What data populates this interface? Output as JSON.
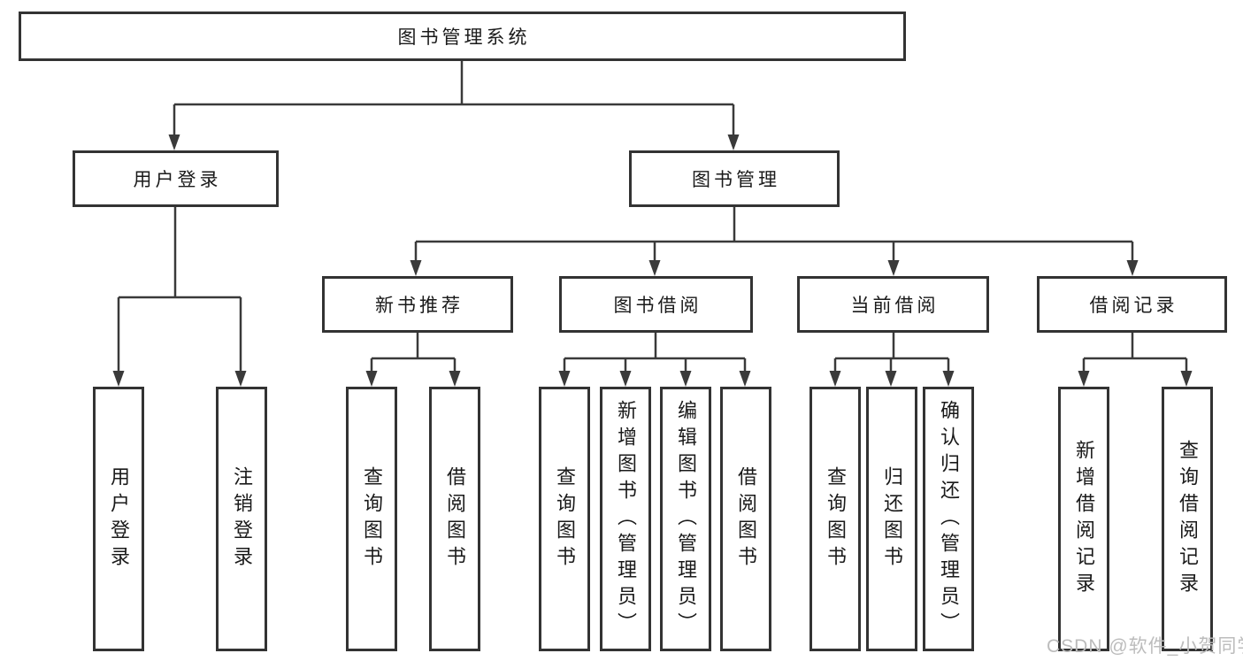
{
  "diagram": {
    "title_node": {
      "label": "图书管理系统"
    },
    "level2": [
      {
        "label": "用户登录"
      },
      {
        "label": "图书管理"
      }
    ],
    "level3": [
      {
        "label": "新书推荐"
      },
      {
        "label": "图书借阅"
      },
      {
        "label": "当前借阅"
      },
      {
        "label": "借阅记录"
      }
    ],
    "leaf_groups": [
      {
        "parent": "用户登录",
        "items": [
          {
            "label": "用户登录"
          },
          {
            "label": "注销登录"
          }
        ]
      },
      {
        "parent": "新书推荐",
        "items": [
          {
            "label": "查询图书"
          },
          {
            "label": "借阅图书"
          }
        ]
      },
      {
        "parent": "图书借阅",
        "items": [
          {
            "label": "查询图书"
          },
          {
            "label": "新增图书（管理员）"
          },
          {
            "label": "编辑图书（管理员）"
          },
          {
            "label": "借阅图书"
          }
        ]
      },
      {
        "parent": "当前借阅",
        "items": [
          {
            "label": "查询图书"
          },
          {
            "label": "归还图书"
          },
          {
            "label": "确认归还（管理员）"
          }
        ]
      },
      {
        "parent": "借阅记录",
        "items": [
          {
            "label": "新增借阅记录"
          },
          {
            "label": "查询借阅记录"
          }
        ]
      }
    ],
    "colors": {
      "line": "#3a3a3a",
      "box_border": "#333333",
      "text": "#1a1a1a",
      "background": "#ffffff",
      "watermark": "#bcbcbc"
    }
  },
  "watermark": {
    "text": "CSDN @软件_小贺同学"
  }
}
